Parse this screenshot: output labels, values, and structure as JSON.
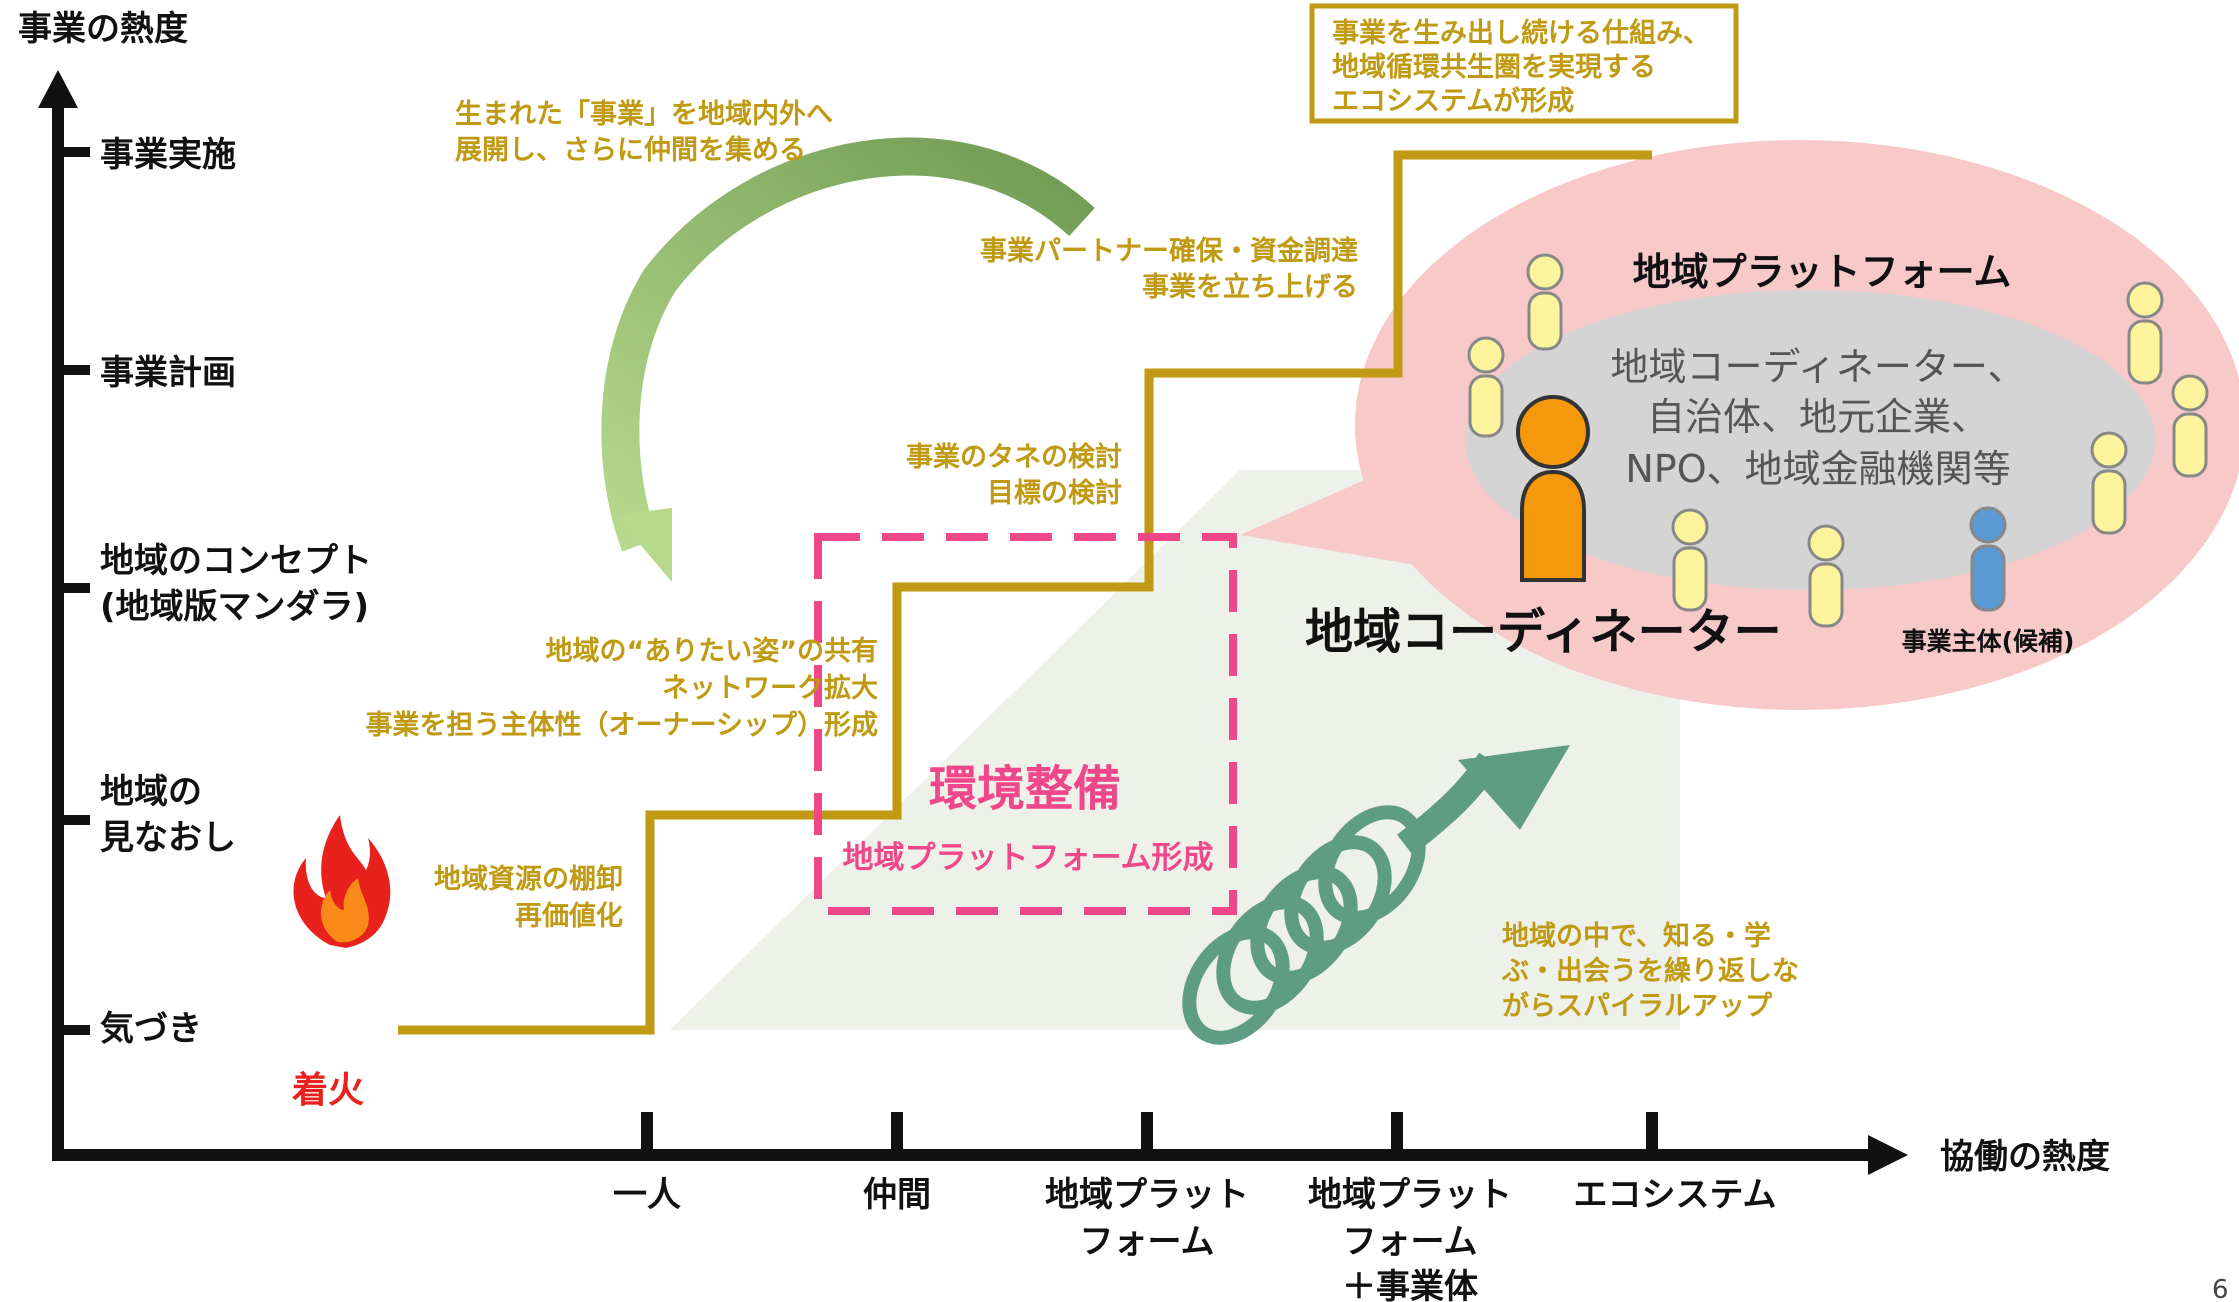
{
  "axes": {
    "y_title": "事業の熱度",
    "x_title": "協働の熱度"
  },
  "y_levels": [
    {
      "lines": [
        "事業実施"
      ]
    },
    {
      "lines": [
        "事業計画"
      ]
    },
    {
      "lines": [
        "地域のコンセプト",
        "(地域版マンダラ)"
      ]
    },
    {
      "lines": [
        "地域の",
        "見なおし"
      ]
    },
    {
      "lines": [
        "気づき"
      ]
    }
  ],
  "x_levels": [
    {
      "lines": [
        "一人"
      ]
    },
    {
      "lines": [
        "仲間"
      ]
    },
    {
      "lines": [
        "地域プラット",
        "フォーム"
      ]
    },
    {
      "lines": [
        "地域プラット",
        "フォーム",
        "＋事業体"
      ]
    },
    {
      "lines": [
        "エコシステム"
      ]
    }
  ],
  "ignition": "着火",
  "step_notes": {
    "s1": [
      "地域資源の棚卸",
      "再価値化"
    ],
    "s2": [
      "地域の“ありたい姿”の共有",
      "ネットワーク拡大",
      "事業を担う主体性（オーナーシップ）形成"
    ],
    "s3": [
      "事業のタネの検討",
      "目標の検討"
    ],
    "s4": [
      "事業パートナー確保・資金調達",
      "事業を立ち上げる"
    ],
    "loop": [
      "生まれた「事業」を地域内外へ",
      "展開し、さらに仲間を集める"
    ],
    "spiral": [
      "地域の中で、知る・学",
      "ぶ・出会うを繰り返しな",
      "がらスパイラルアップ"
    ]
  },
  "ecosystem_box": [
    "事業を生み出し続ける仕組み、",
    "地域循環共生圏を実現する",
    "エコシステムが形成"
  ],
  "env_box": {
    "title": "環境整備",
    "subtitle": "地域プラットフォーム形成"
  },
  "bubble": {
    "title": "地域プラットフォーム",
    "members": [
      "地域コーディネーター、",
      "自治体、地元企業、",
      "NPO、地域金融機関等"
    ],
    "coordinator": "地域コーディネーター",
    "entity": "事業主体(候補)"
  },
  "page_number": "6",
  "colors": {
    "gold": "#c09a12",
    "pink": "#f0478b",
    "bubble": "#f7c9c9",
    "cloud": "#d4d4d4",
    "person_yellow": "#fbf49c",
    "person_orange": "#f5980c",
    "person_blue": "#5b9bd5",
    "arrow_green": "#8fbc5f",
    "spiral": "#5f9c86"
  }
}
